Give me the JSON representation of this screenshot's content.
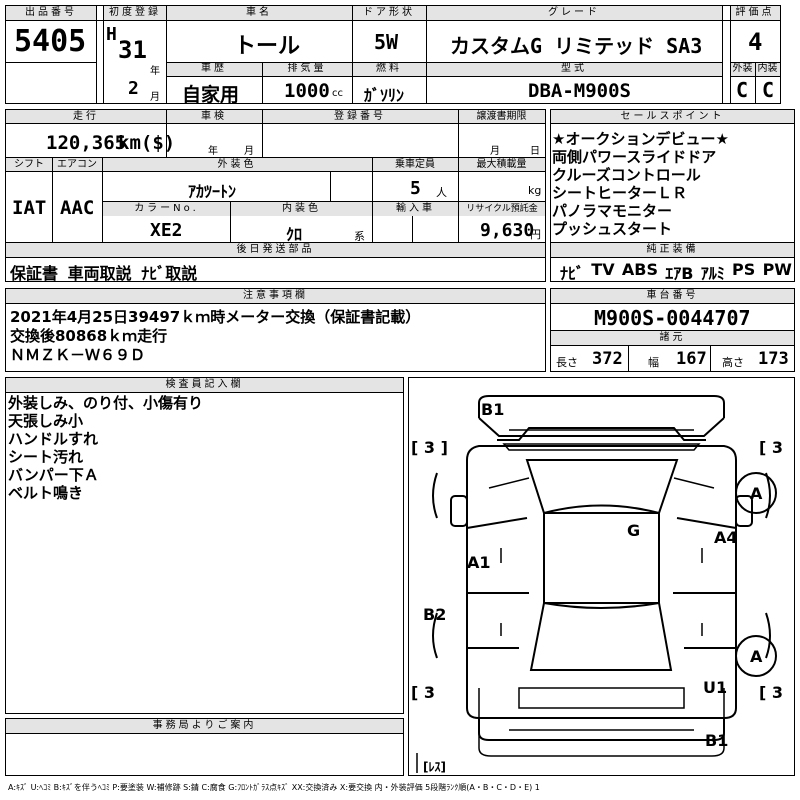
{
  "header_labels": {
    "lot_no": "出品番号",
    "first_reg": "初度登録",
    "car_name": "車名",
    "door": "ドア形状",
    "grade": "グレード",
    "score": "評価点",
    "car_history": "車歴",
    "displacement": "排気量",
    "fuel": "燃料",
    "model": "型式",
    "exterior": "外装",
    "interior": "内装",
    "mileage": "走行",
    "inspection": "車検",
    "reg_no": "登録番号",
    "transfer_deadline": "譲渡書期限",
    "sales_points": "セールスポイント",
    "shift": "シフト",
    "aircon": "エアコン",
    "ext_color": "外装色",
    "capacity": "乗車定員",
    "max_load": "最大積載量",
    "color_no": "カラーNo.",
    "int_color": "内装色",
    "import": "輸入車",
    "recycle": "リサイクル預託金",
    "later_docs": "後日発送部品",
    "standard_equipment": "純正装備",
    "caution": "注意事項欄",
    "chassis_no": "車台番号",
    "dimensions": "諸元",
    "inspector_notes": "検査員記入欄",
    "office_notes": "事務局よりご案内"
  },
  "vehicle": {
    "lot_no": "5405",
    "era": "H",
    "year": "31",
    "year_unit": "年",
    "month": "2",
    "month_unit": "月",
    "car_name": "トール",
    "door": "5W",
    "grade": "カスタムG リミテッド SA3",
    "score": "4",
    "car_history": "自家用",
    "displacement": "1000",
    "displacement_unit": "cc",
    "fuel": "ｶﾞｿﾘﾝ",
    "model": "DBA-M900S",
    "exterior_grade": "C",
    "interior_grade": "C",
    "mileage": "120,365",
    "mileage_unit": "km($)",
    "inspection_year_unit": "年",
    "inspection_month_unit": "月",
    "transfer_month_unit": "月",
    "transfer_day_unit": "日",
    "shift": "IAT",
    "aircon": "AAC",
    "ext_color": "ｱｶﾂｰﾄﾝ",
    "capacity": "5",
    "capacity_unit": "人",
    "max_load_unit": "kg",
    "color_no": "XE2",
    "int_color": "ｸﾛ",
    "int_color_unit": "系",
    "recycle": "9,630",
    "recycle_unit": "円",
    "later_docs": "保証書 車両取説 ﾅﾋﾞ取説",
    "chassis_no": "M900S-0044707",
    "length_label": "長さ",
    "length": "372",
    "width_label": "幅",
    "width": "167",
    "height_label": "高さ",
    "height": "173"
  },
  "sales_points": [
    "★オークションデビュー★",
    "両側パワースライドドア",
    "クルーズコントロール",
    "シートヒーターＬＲ",
    "パノラマモニター",
    "プッシュスタート"
  ],
  "equipment": [
    "ﾅﾋﾞ",
    "TV",
    "ABS",
    "ｴｱB",
    "ｱﾙﾐ",
    "PS",
    "PW"
  ],
  "caution_lines": [
    "2021年4月25日39497ｋｍ時メーター交換（保証書記載）",
    "交換後80868ｋｍ走行",
    "ＮＭＺＫ－Ｗ６９Ｄ"
  ],
  "inspector_lines": [
    "外装しみ、のり付、小傷有り",
    "天張しみ小",
    "ハンドルすれ",
    "シート汚れ",
    "バンパー下Ａ",
    "ベルト鳴き"
  ],
  "diagram": {
    "b1_top": "B1",
    "b1_bottom": "B1",
    "a1": "A1",
    "a4": "A4",
    "b2": "B2",
    "g": "G",
    "u1": "U1",
    "a_upper": "A",
    "a_lower": "A",
    "tire_top_left": "[ 3 ]",
    "tire_top_right": "[ 3",
    "tire_bottom_left": "[ 3",
    "tire_bottom_right": "[ 3",
    "spare": "[ﾚｽ]"
  },
  "legend": "A:ｷｽﾞ U:ﾍｺﾐ B:ｷｽﾞを伴うﾍｺﾐ P:要塗装 W:補修跡 S:錆 C:腐食 G:ﾌﾛﾝﾄｶﾞﾗｽ点ｷｽﾞ XX:交換済み X:要交換 内・外装評価 5段階ﾗﾝｸ順(A・B・C・D・E) 1"
}
